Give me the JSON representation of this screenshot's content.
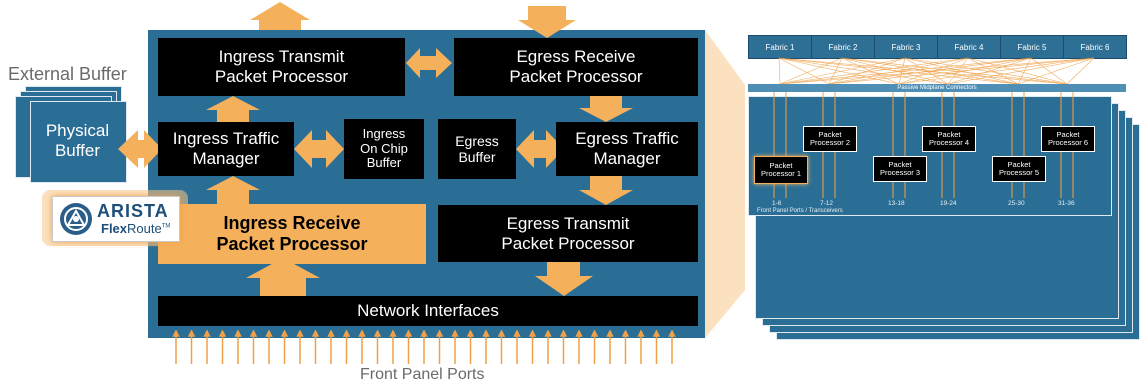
{
  "labels": {
    "external_buffer": "External Buffer",
    "physical_buffer": "Physical\nBuffer",
    "front_panel_ports": "Front Panel Ports"
  },
  "logo": {
    "brand": "ARISTA",
    "product_bold": "Flex",
    "product_rest": "Route",
    "tm": "TM"
  },
  "blocks": {
    "ingress_transmit": "Ingress Transmit\nPacket Processor",
    "egress_receive": "Egress Receive\nPacket Processor",
    "ingress_traffic_manager": "Ingress Traffic\nManager",
    "ingress_on_chip_buffer": "Ingress\nOn Chip\nBuffer",
    "egress_buffer": "Egress\nBuffer",
    "egress_traffic_manager": "Egress Traffic\nManager",
    "ingress_receive": "Ingress Receive\nPacket Processor",
    "egress_transmit": "Egress Transmit\nPacket Processor",
    "network_interfaces": "Network Interfaces"
  },
  "system": {
    "fabrics": [
      "Fabric 1",
      "Fabric 2",
      "Fabric 3",
      "Fabric 4",
      "Fabric 5",
      "Fabric 6"
    ],
    "midplane": "Passive Midplane Connectors",
    "processors": [
      "Packet\nProcessor 1",
      "Packet\nProcessor 2",
      "Packet\nProcessor 3",
      "Packet\nProcessor 4",
      "Packet\nProcessor 5",
      "Packet\nProcessor 6"
    ],
    "port_ranges": [
      "1-6",
      "7-12",
      "13-18",
      "19-24",
      "25-30",
      "31-36"
    ],
    "front_panel_label": "Front Panel Ports / Transceivers"
  },
  "colors": {
    "chip_blue": "#2b6e95",
    "arrow_orange": "#f5b05c",
    "block_black": "#000000",
    "label_grey": "#6a6a6a"
  }
}
